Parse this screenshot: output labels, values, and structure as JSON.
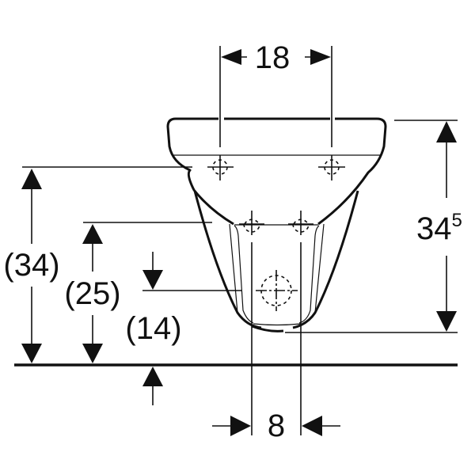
{
  "drawing": {
    "type": "technical dimension drawing",
    "subject": "wall-hung bidet, front view",
    "colors": {
      "line": "#111111",
      "background": "#ffffff"
    }
  },
  "dimensions": {
    "top_fixing_spacing": {
      "value": "18",
      "orientation": "horizontal"
    },
    "bottom_supply_spacing": {
      "value": "8",
      "orientation": "horizontal"
    },
    "overall_height": {
      "value": "34",
      "superscript": "5",
      "orientation": "vertical"
    },
    "fixing_height": {
      "value": "(34)",
      "orientation": "vertical"
    },
    "supply_height": {
      "value": "(25)",
      "orientation": "vertical"
    },
    "waste_height": {
      "value": "(14)",
      "orientation": "vertical"
    }
  }
}
